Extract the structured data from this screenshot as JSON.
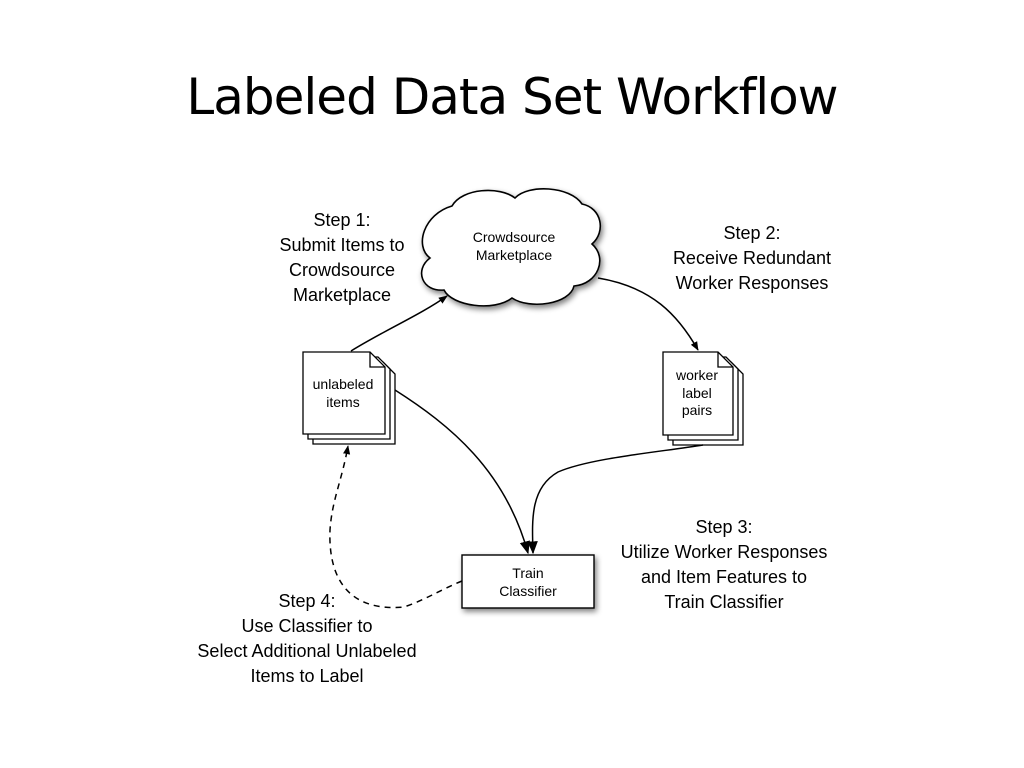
{
  "title": "Labeled Data Set Workflow",
  "nodes": {
    "marketplace": [
      "Crowdsource",
      "Marketplace"
    ],
    "unlabeled": [
      "unlabeled",
      "items"
    ],
    "worker_pairs": [
      "worker",
      "label",
      "pairs"
    ],
    "classifier": [
      "Train",
      "Classifier"
    ]
  },
  "steps": {
    "step1": [
      "Step 1:",
      "Submit Items to",
      "Crowdsource",
      "Marketplace"
    ],
    "step2": [
      "Step 2:",
      "Receive Redundant",
      "Worker Responses"
    ],
    "step3": [
      "Step 3:",
      "Utilize Worker Responses",
      "and Item Features to",
      "Train Classifier"
    ],
    "step4": [
      "Step 4:",
      "Use Classifier to",
      "Select Additional Unlabeled",
      "Items to Label"
    ]
  }
}
